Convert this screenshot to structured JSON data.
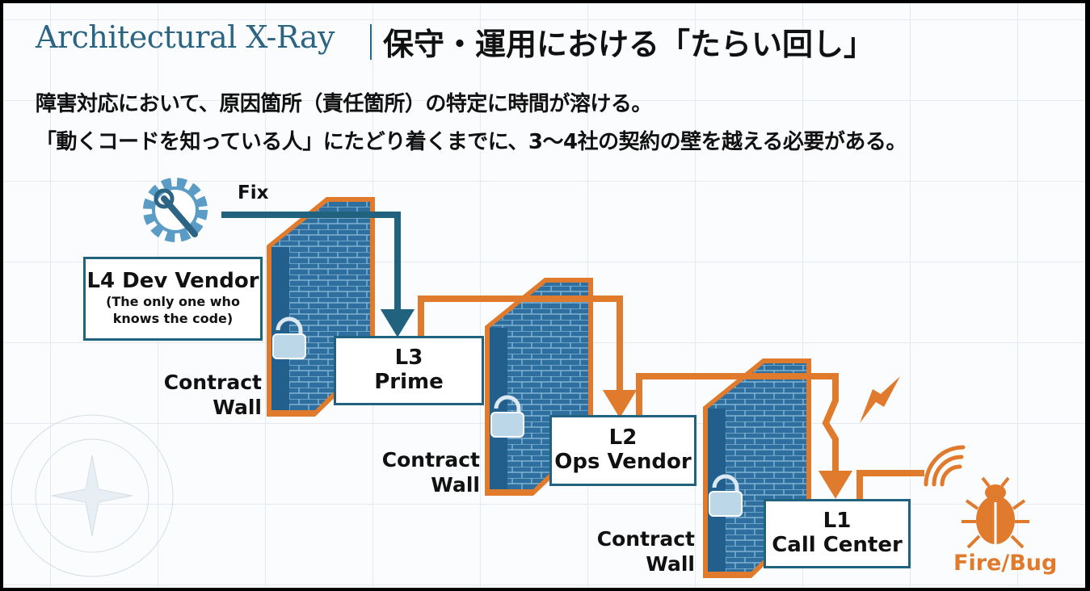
{
  "title": {
    "english": "Architectural X-Ray",
    "japanese": "保守・運用における「たらい回し」"
  },
  "subtitle": {
    "line1": "障害対応において、原因箇所（責任箇所）の特定に時間が溶ける。",
    "line2": "「動くコードを知っている人」にたどり着くまでに、3〜4社の契約の壁を越える必要がある。"
  },
  "diagram": {
    "fix_label": "Fix",
    "nodes": [
      {
        "name": "L4 Dev Vendor",
        "note": "(The only one who knows the code)"
      },
      {
        "level": "L3",
        "name": "Prime"
      },
      {
        "level": "L2",
        "name": "Ops Vendor"
      },
      {
        "level": "L1",
        "name": "Call Center"
      }
    ],
    "wall_label_line1": "Contract",
    "wall_label_line2": "Wall",
    "source_label": "Fire/Bug",
    "icons": [
      "gear-wrench-icon",
      "brick-wall-icon",
      "lock-icon",
      "lightning-icon",
      "signal-icon",
      "bug-icon"
    ],
    "colors": {
      "blue": "#21637f",
      "orange": "#e07a2c",
      "wall": "#2f6f9f"
    }
  }
}
